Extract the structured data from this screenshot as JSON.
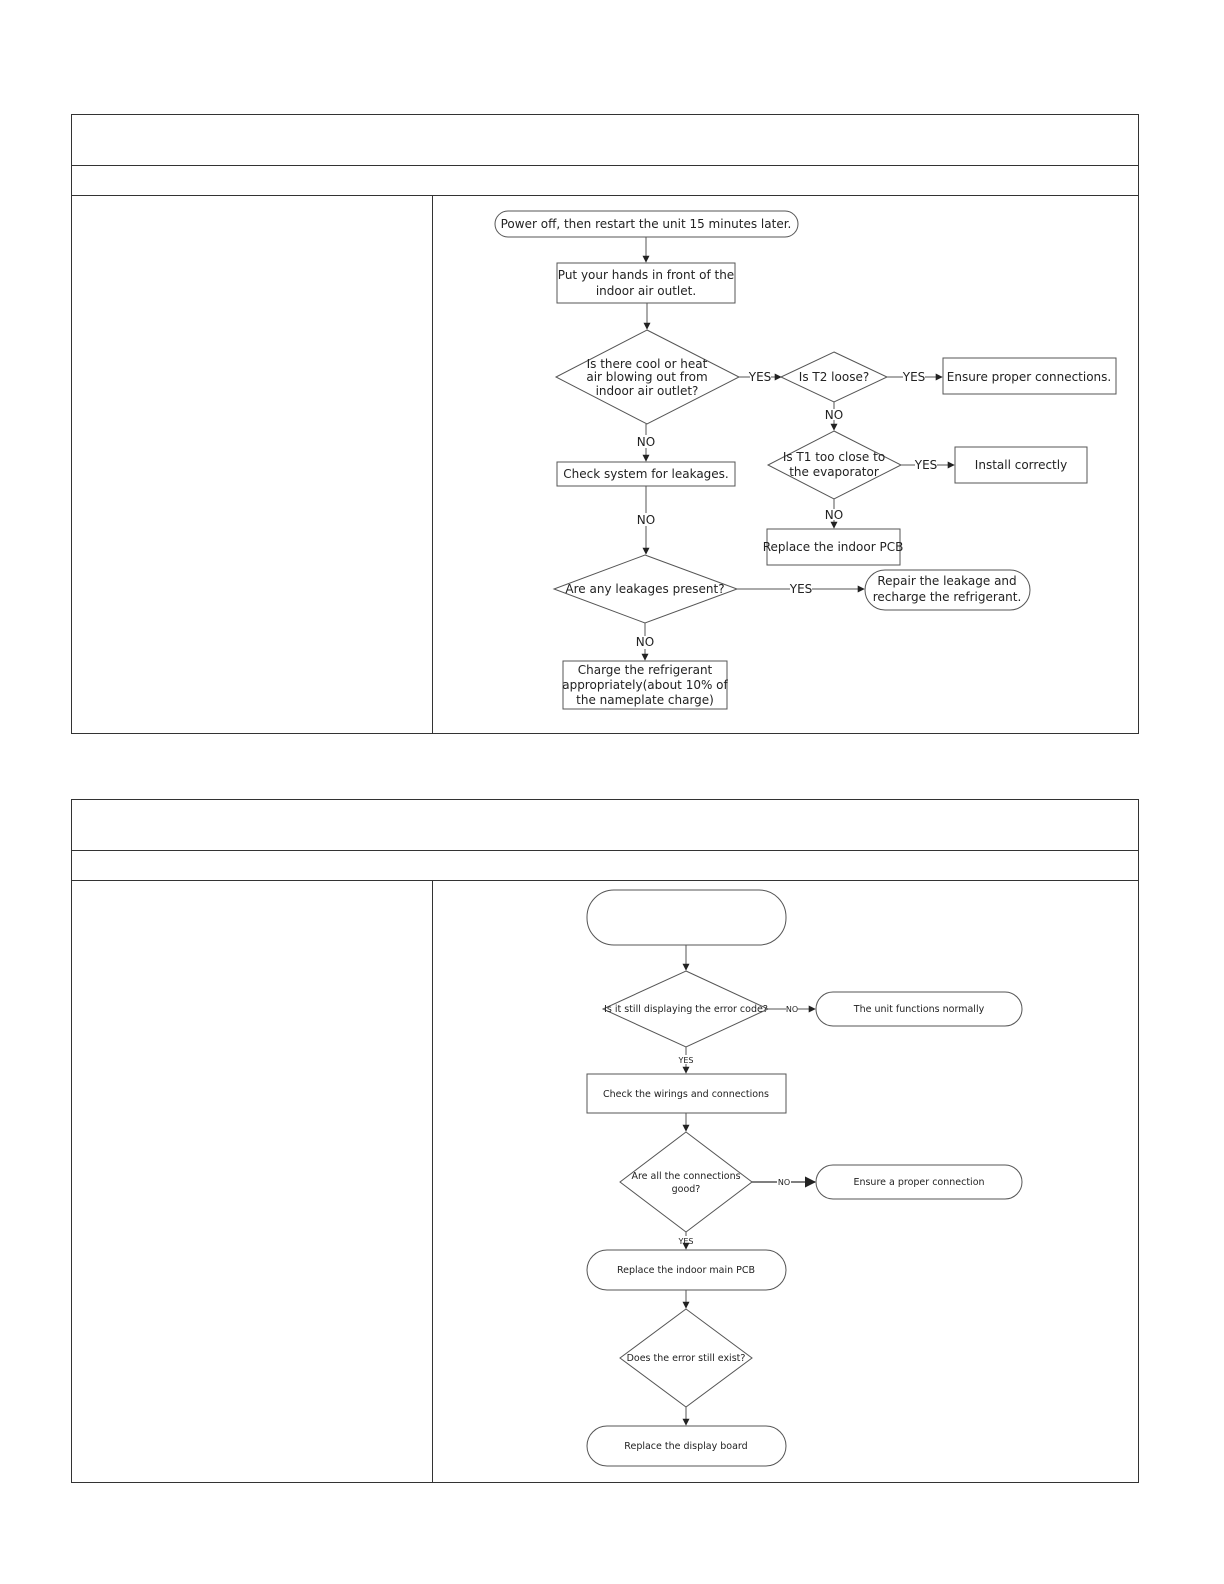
{
  "flow1": {
    "start": "Power off, then restart the unit 15 minutes later.",
    "hands": [
      "Put your hands in front of the",
      "indoor air outlet."
    ],
    "q_air": [
      "Is there cool or heat",
      "air blowing out from",
      "indoor air outlet?"
    ],
    "q_t2": "Is T2 loose?",
    "ensure": "Ensure proper connections.",
    "q_t1": [
      "Is T1 too close to",
      "the evaporator"
    ],
    "install": "Install correctly",
    "replace_pcb": "Replace the indoor PCB",
    "check_leak": "Check system for leakages.",
    "q_leak": "Are any leakages present?",
    "repair": [
      "Repair the leakage and",
      "recharge the refrigerant."
    ],
    "charge": [
      "Charge the refrigerant",
      "appropriately(about 10% of",
      "the nameplate charge)"
    ],
    "yes": "YES",
    "no": "NO"
  },
  "flow2": {
    "q_display": "Is it still displaying the error code?",
    "normal": "The unit functions normally",
    "check_wiring": "Check the wirings and connections",
    "q_conn": [
      "Are all the connections",
      "good?"
    ],
    "ensure_conn": "Ensure a proper connection",
    "replace_main": "Replace the indoor main PCB",
    "q_exist": "Does the error still exist?",
    "replace_display": "Replace the display board",
    "yes": "YES",
    "no": "NO"
  },
  "colors": {
    "line": "#555555",
    "text": "#222222"
  }
}
